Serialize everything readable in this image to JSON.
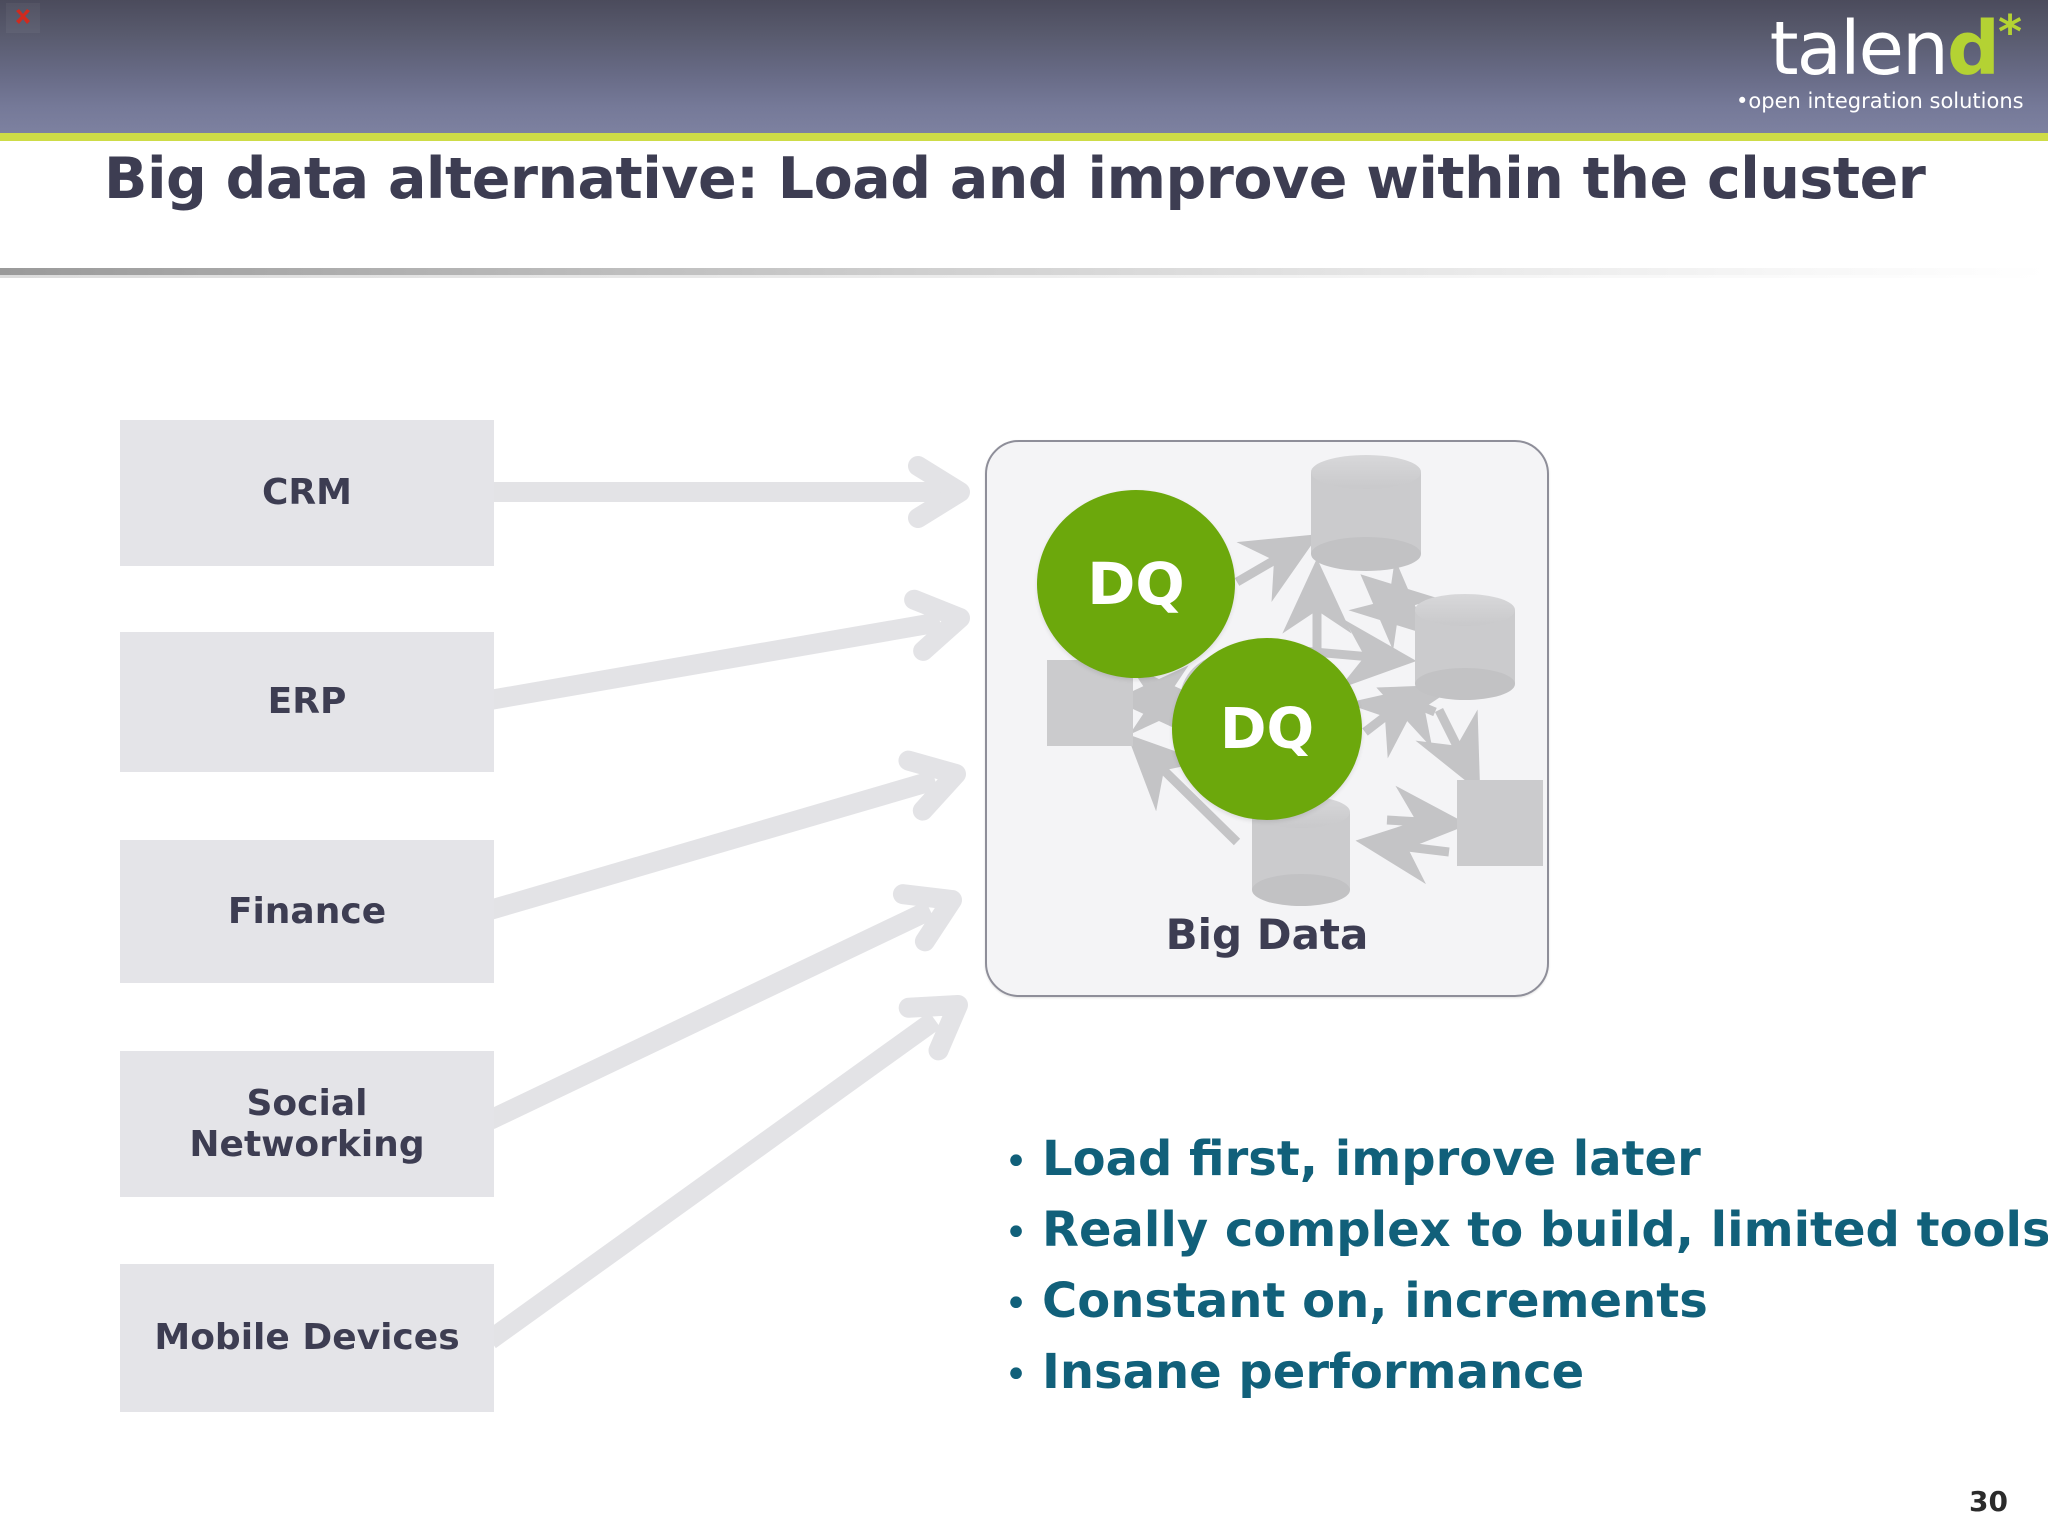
{
  "slide": {
    "title": "Big data alternative: Load and improve within the cluster",
    "page_number": "30"
  },
  "brand": {
    "logo_part1": "talen",
    "logo_part2": "d",
    "logo_star": "*",
    "tagline": "•open integration solutions",
    "header_top_color": "#4b4b5c",
    "header_bottom_color": "#7d81a0",
    "accent_color": "#cedc47",
    "logo_green": "#b4d233"
  },
  "header": {
    "broken_image_icon": "broken-image-icon"
  },
  "sources": {
    "items": [
      {
        "label": "CRM"
      },
      {
        "label": "ERP"
      },
      {
        "label": "Finance"
      },
      {
        "label": "Social\nNetworking"
      },
      {
        "label": "Mobile Devices"
      }
    ],
    "box_color": "#e4e4e8",
    "text_color": "#3d3d52",
    "arrow_color": "#e3e3e6"
  },
  "cluster": {
    "label": "Big Data",
    "border_color": "#8e8e99",
    "fill_color": "#f4f4f6",
    "dq_color": "#6ca80c",
    "node_color": "#cbcbcd",
    "connector_color": "#c4c4c6",
    "nodes": [
      {
        "name": "dq-circle-top",
        "label": "DQ"
      },
      {
        "name": "dq-circle-bottom",
        "label": "DQ"
      }
    ]
  },
  "bullets": {
    "color": "#11607a",
    "marker": "•",
    "items": [
      "Load first, improve later",
      "Really complex to build, limited tools",
      "Constant on, increments",
      "Insane performance"
    ]
  }
}
